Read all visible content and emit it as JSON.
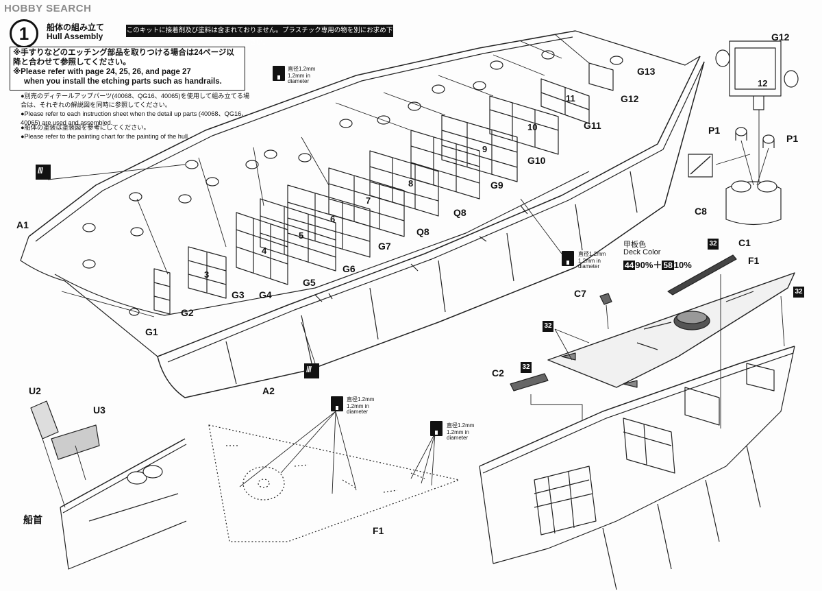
{
  "watermark": "HOBBY SEARCH",
  "step": {
    "number": "1",
    "title_jp": "船体の組み立て",
    "title_en": "Hull Assembly"
  },
  "notice": "このキットに接着剤及び塗料は含まれておりません。プラスチック専用の物を別にお求め下さい。",
  "notes": {
    "etching_jp": "※手すりなどのエッチング部品を取りつける場合は24ページ以降と合わせて参照してください。",
    "etching_en_1": "※Please refer with page 24, 25, 26, and page 27",
    "etching_en_2": "when you install the etching parts such as handrails.",
    "detail_jp": "●別売のディテールアップパーツ(40068、QG16、40065)を使用して組み立てる場合は、それぞれの解説図を同時に参照してください。",
    "detail_en": "●Please refer to each instruction sheet when the detail up parts (40068、QG16、40065) are used and assembled.",
    "paint_jp": "●船体の塗装は塗装図を参考にしてください。",
    "paint_en": "●Please refer to the painting chart for the painting of the hull."
  },
  "drill": {
    "jp": "直径1.2mm",
    "en1": "1.2mm in",
    "en2": "diameter"
  },
  "deck_color": {
    "jp": "甲板色",
    "en": "Deck Color",
    "c1": "44",
    "p1": "90%",
    "plus": "＋",
    "c2": "58",
    "p2": "10%"
  },
  "paint_code": "32",
  "labels": {
    "A1": "A1",
    "A2": "A2",
    "G1": "G1",
    "G2": "G2",
    "G3": "G3",
    "G4": "G4",
    "G5": "G5",
    "G6": "G6",
    "G7": "G7",
    "G9": "G9",
    "G10": "G10",
    "G11": "G11",
    "G12": "G12",
    "G13": "G13",
    "Q8": "Q8",
    "P1": "P1",
    "C1": "C1",
    "C2": "C2",
    "C7": "C7",
    "C8": "C8",
    "F1": "F1",
    "U2": "U2",
    "U3": "U3",
    "bow_jp": "船首"
  },
  "bulkhead_numbers": [
    "3",
    "4",
    "5",
    "6",
    "7",
    "8",
    "9",
    "10",
    "11",
    "12"
  ]
}
